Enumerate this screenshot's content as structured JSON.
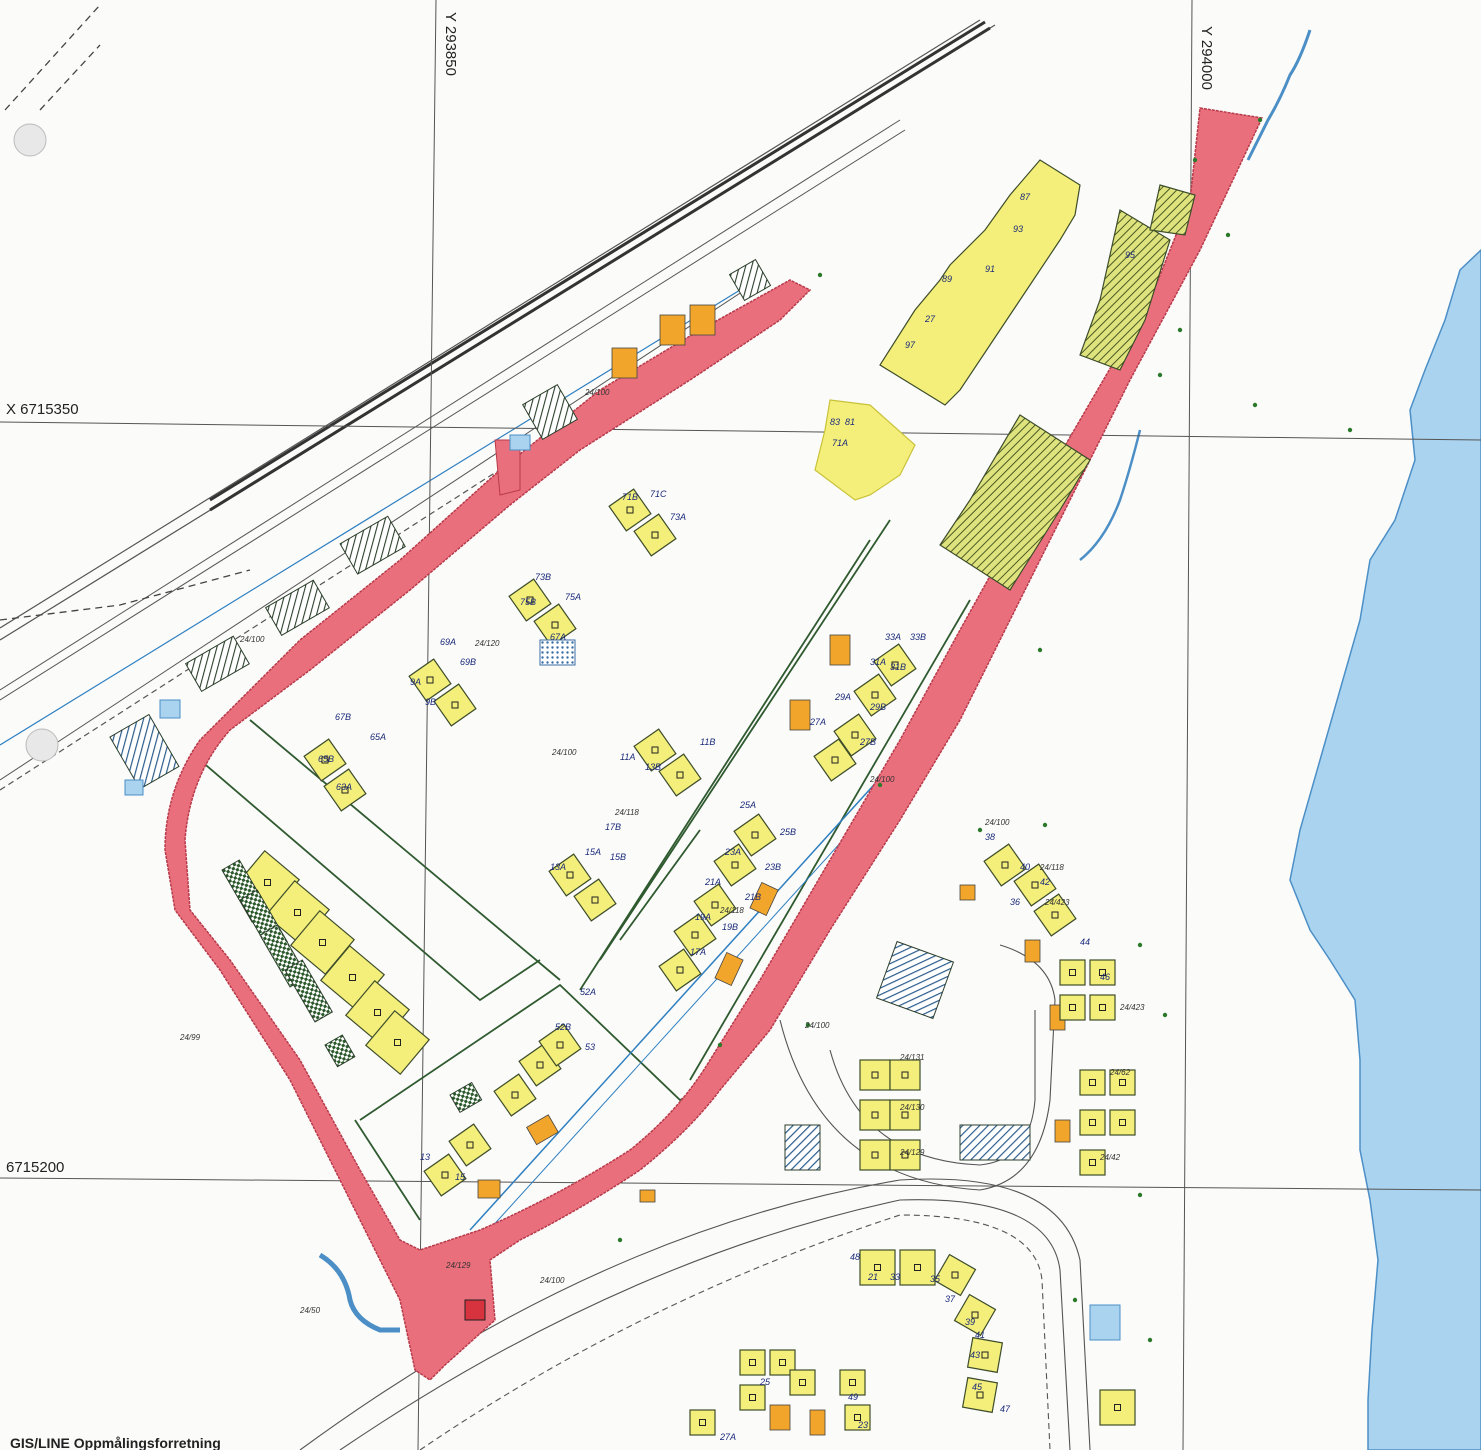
{
  "map": {
    "footer_text": "GIS/LINE Oppmålingsforretning",
    "coordinates": {
      "y_left": "Y 293850",
      "y_right": "Y 294000",
      "x_top": "X 6715350",
      "x_bottom": "6715200"
    },
    "parcel_labels": [
      "24/100",
      "24/100",
      "24/120",
      "24/100",
      "24/118",
      "24/99",
      "24/100",
      "24/118",
      "24/100",
      "24/129",
      "24/50",
      "24/100",
      "24/423",
      "24/42",
      "24/131",
      "24/130",
      "24/129",
      "24/100",
      "24/423",
      "24/62",
      "24/118"
    ],
    "building_labels": [
      "87",
      "93",
      "91",
      "89",
      "27",
      "97",
      "95",
      "83",
      "81",
      "71A",
      "71B",
      "71C",
      "73A",
      "73B",
      "75A",
      "75B",
      "67A",
      "67B",
      "65A",
      "65B",
      "63A",
      "69A",
      "69B",
      "9A",
      "9B",
      "33A",
      "33B",
      "31A",
      "31B",
      "29A",
      "29B",
      "27A",
      "27B",
      "25A",
      "25B",
      "23A",
      "23B",
      "21A",
      "21B",
      "19A",
      "19B",
      "17A",
      "17B",
      "15A",
      "15B",
      "13A",
      "13B",
      "11A",
      "11B",
      "52A",
      "52B",
      "53",
      "36",
      "38",
      "40",
      "42",
      "44",
      "46",
      "48",
      "21",
      "33",
      "35",
      "37",
      "39",
      "41",
      "43",
      "45",
      "47",
      "49",
      "23",
      "25",
      "27A",
      "13",
      "15"
    ],
    "colors": {
      "road": "#ea6f7c",
      "road_edge": "#b83a4a",
      "building_yellow": "#f4ef7a",
      "building_yellow_edge": "#3d4d2a",
      "hatched_green": "#b9c24a",
      "hatched_blue": "#3f6f9f",
      "orange_small": "#f1a52b",
      "water": "#a9d3ef",
      "water_edge": "#4c8fc6",
      "grid": "#555555",
      "property_line": "#2f5a2f",
      "blue_line": "#2e7fc0",
      "rail": "#555555"
    },
    "icons": [
      "survey-point-icon",
      "circle-marker-icon"
    ]
  }
}
